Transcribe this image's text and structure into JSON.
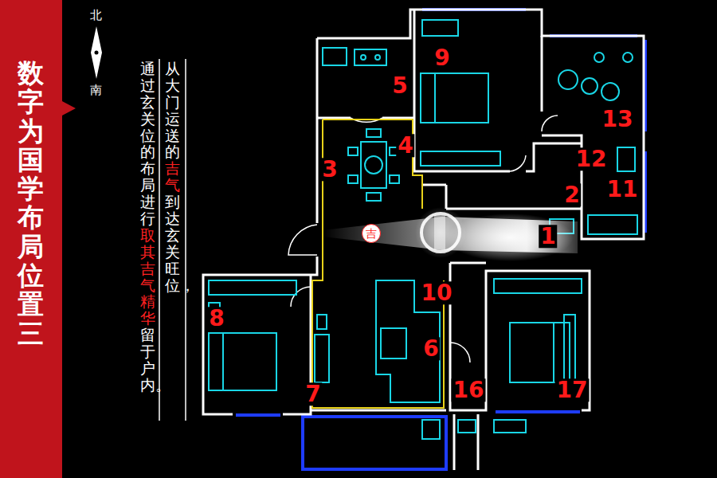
{
  "diagram": {
    "title": "数字为国学布局位置三",
    "nodes": [
      {
        "text": [
          "吉"
        ]
      }
    ],
    "labels": [
      "北",
      "南",
      "从大门运送的",
      "吉气",
      "到达玄关旺位，",
      "通过玄关位的布局进行",
      "取其吉气精华",
      "留于户内。",
      "1",
      "2",
      "3",
      "4",
      "5",
      "6",
      "7",
      "8",
      "9",
      "10",
      "11",
      "12",
      "13",
      "16",
      "17"
    ]
  }
}
